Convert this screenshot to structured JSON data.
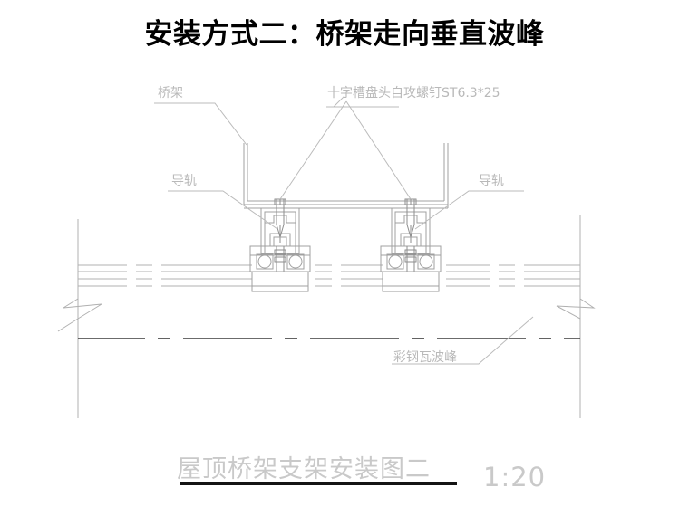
{
  "drawing": {
    "title": "安装方式二：桥架走向垂直波峰",
    "caption": "屋顶桥架支架安装图二",
    "scale": "1:20",
    "annotations": {
      "cable_tray": "桥架",
      "screw": "十字槽盘头自攻螺钉ST6.3*25",
      "rail_left": "导轨",
      "rail_right": "导轨",
      "roof_crest": "彩钢瓦波峰"
    },
    "colors": {
      "title_ink": "#000000",
      "line_ink": "#a8a8a8",
      "label_ink": "#b9b9b9",
      "rule_ink": "#141414",
      "background": "#ffffff"
    }
  }
}
